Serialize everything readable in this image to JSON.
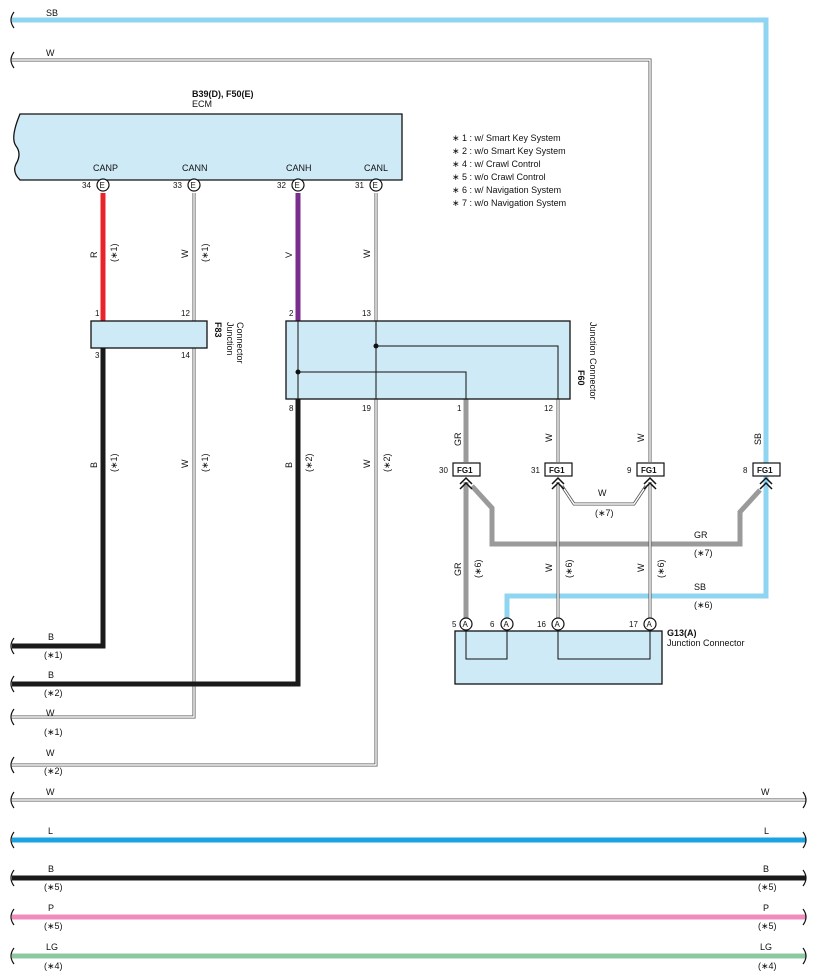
{
  "colors": {
    "SB": "#8fd4f0",
    "W": "#ffffff",
    "R": "#e8232a",
    "V": "#7b2d8e",
    "B": "#1a1a1a",
    "GR": "#9a9a9a",
    "L": "#1aa3e0",
    "P": "#f08cbc",
    "LG": "#8cc9a0",
    "box_fill": "#cfeaf7"
  },
  "ecm": {
    "code": "B39(D), F50(E)",
    "name": "ECM",
    "pins": [
      {
        "num": "34",
        "label": "CANP",
        "conn": "E"
      },
      {
        "num": "33",
        "label": "CANN",
        "conn": "E"
      },
      {
        "num": "32",
        "label": "CANH",
        "conn": "E"
      },
      {
        "num": "31",
        "label": "CANL",
        "conn": "E"
      }
    ]
  },
  "notes": [
    "∗ 1 : w/ Smart Key System",
    "∗ 2 : w/o Smart Key System",
    "∗ 4 : w/ Crawl Control",
    "∗ 5 : w/o Crawl Control",
    "∗ 6 : w/ Navigation System",
    "∗ 7 : w/o Navigation System"
  ],
  "f83": {
    "code": "F83",
    "name1": "Junction",
    "name2": "Connector",
    "pins_top": [
      "1",
      "12"
    ],
    "pins_bottom": [
      "3",
      "14"
    ]
  },
  "f60": {
    "code": "F60",
    "name": "Junction Connector",
    "pins_top": [
      "2",
      "13"
    ],
    "pins_bottom": [
      "8",
      "19",
      "1",
      "12"
    ]
  },
  "fg1": {
    "label": "FG1",
    "pins": [
      "30",
      "31",
      "9",
      "8"
    ]
  },
  "g13": {
    "code": "G13(A)",
    "name": "Junction Connector",
    "conn": "A",
    "pins": [
      "5",
      "6",
      "16",
      "17"
    ]
  },
  "wire_labels": {
    "sb": "SB",
    "w": "W",
    "r": "R",
    "v": "V",
    "b": "B",
    "gr": "GR",
    "l": "L",
    "p": "P",
    "lg": "LG",
    "n1": "(∗1)",
    "n2": "(∗2)",
    "n4": "(∗4)",
    "n5": "(∗5)",
    "n6": "(∗6)",
    "n7": "(∗7)"
  }
}
